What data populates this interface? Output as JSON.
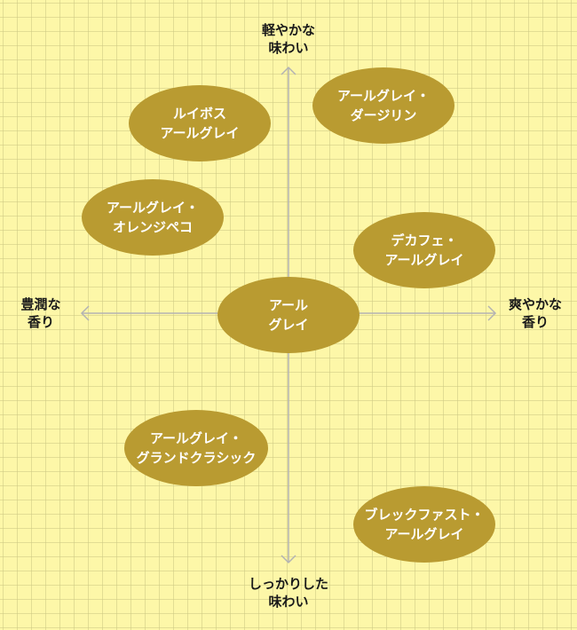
{
  "colors": {
    "background": "#fdf7a8",
    "grid": "#d9d38e",
    "bubble": "#b99b31",
    "axis": "#b3b3b3",
    "label_text": "#1a1a1a",
    "bubble_text": "#ffffff"
  },
  "axes": {
    "top": [
      "軽やかな",
      "味わい"
    ],
    "bottom": [
      "しっかりした",
      "味わい"
    ],
    "left": [
      "豊潤な",
      "香り"
    ],
    "right": [
      "爽やかな",
      "香り"
    ]
  },
  "bubbles": [
    {
      "id": "rooibos",
      "lines": [
        "ルイボス",
        "アールグレイ"
      ]
    },
    {
      "id": "darjeeling",
      "lines": [
        "アールグレイ・",
        "ダージリン"
      ]
    },
    {
      "id": "orange-pekoe",
      "lines": [
        "アールグレイ・",
        "オレンジペコ"
      ]
    },
    {
      "id": "decaf",
      "lines": [
        "デカフェ・",
        "アールグレイ"
      ]
    },
    {
      "id": "earl-grey",
      "lines": [
        "アール",
        "グレイ"
      ]
    },
    {
      "id": "grand-classic",
      "lines": [
        "アールグレイ・",
        "グランドクラシック"
      ]
    },
    {
      "id": "breakfast",
      "lines": [
        "ブレックファスト・",
        "アールグレイ"
      ]
    }
  ]
}
